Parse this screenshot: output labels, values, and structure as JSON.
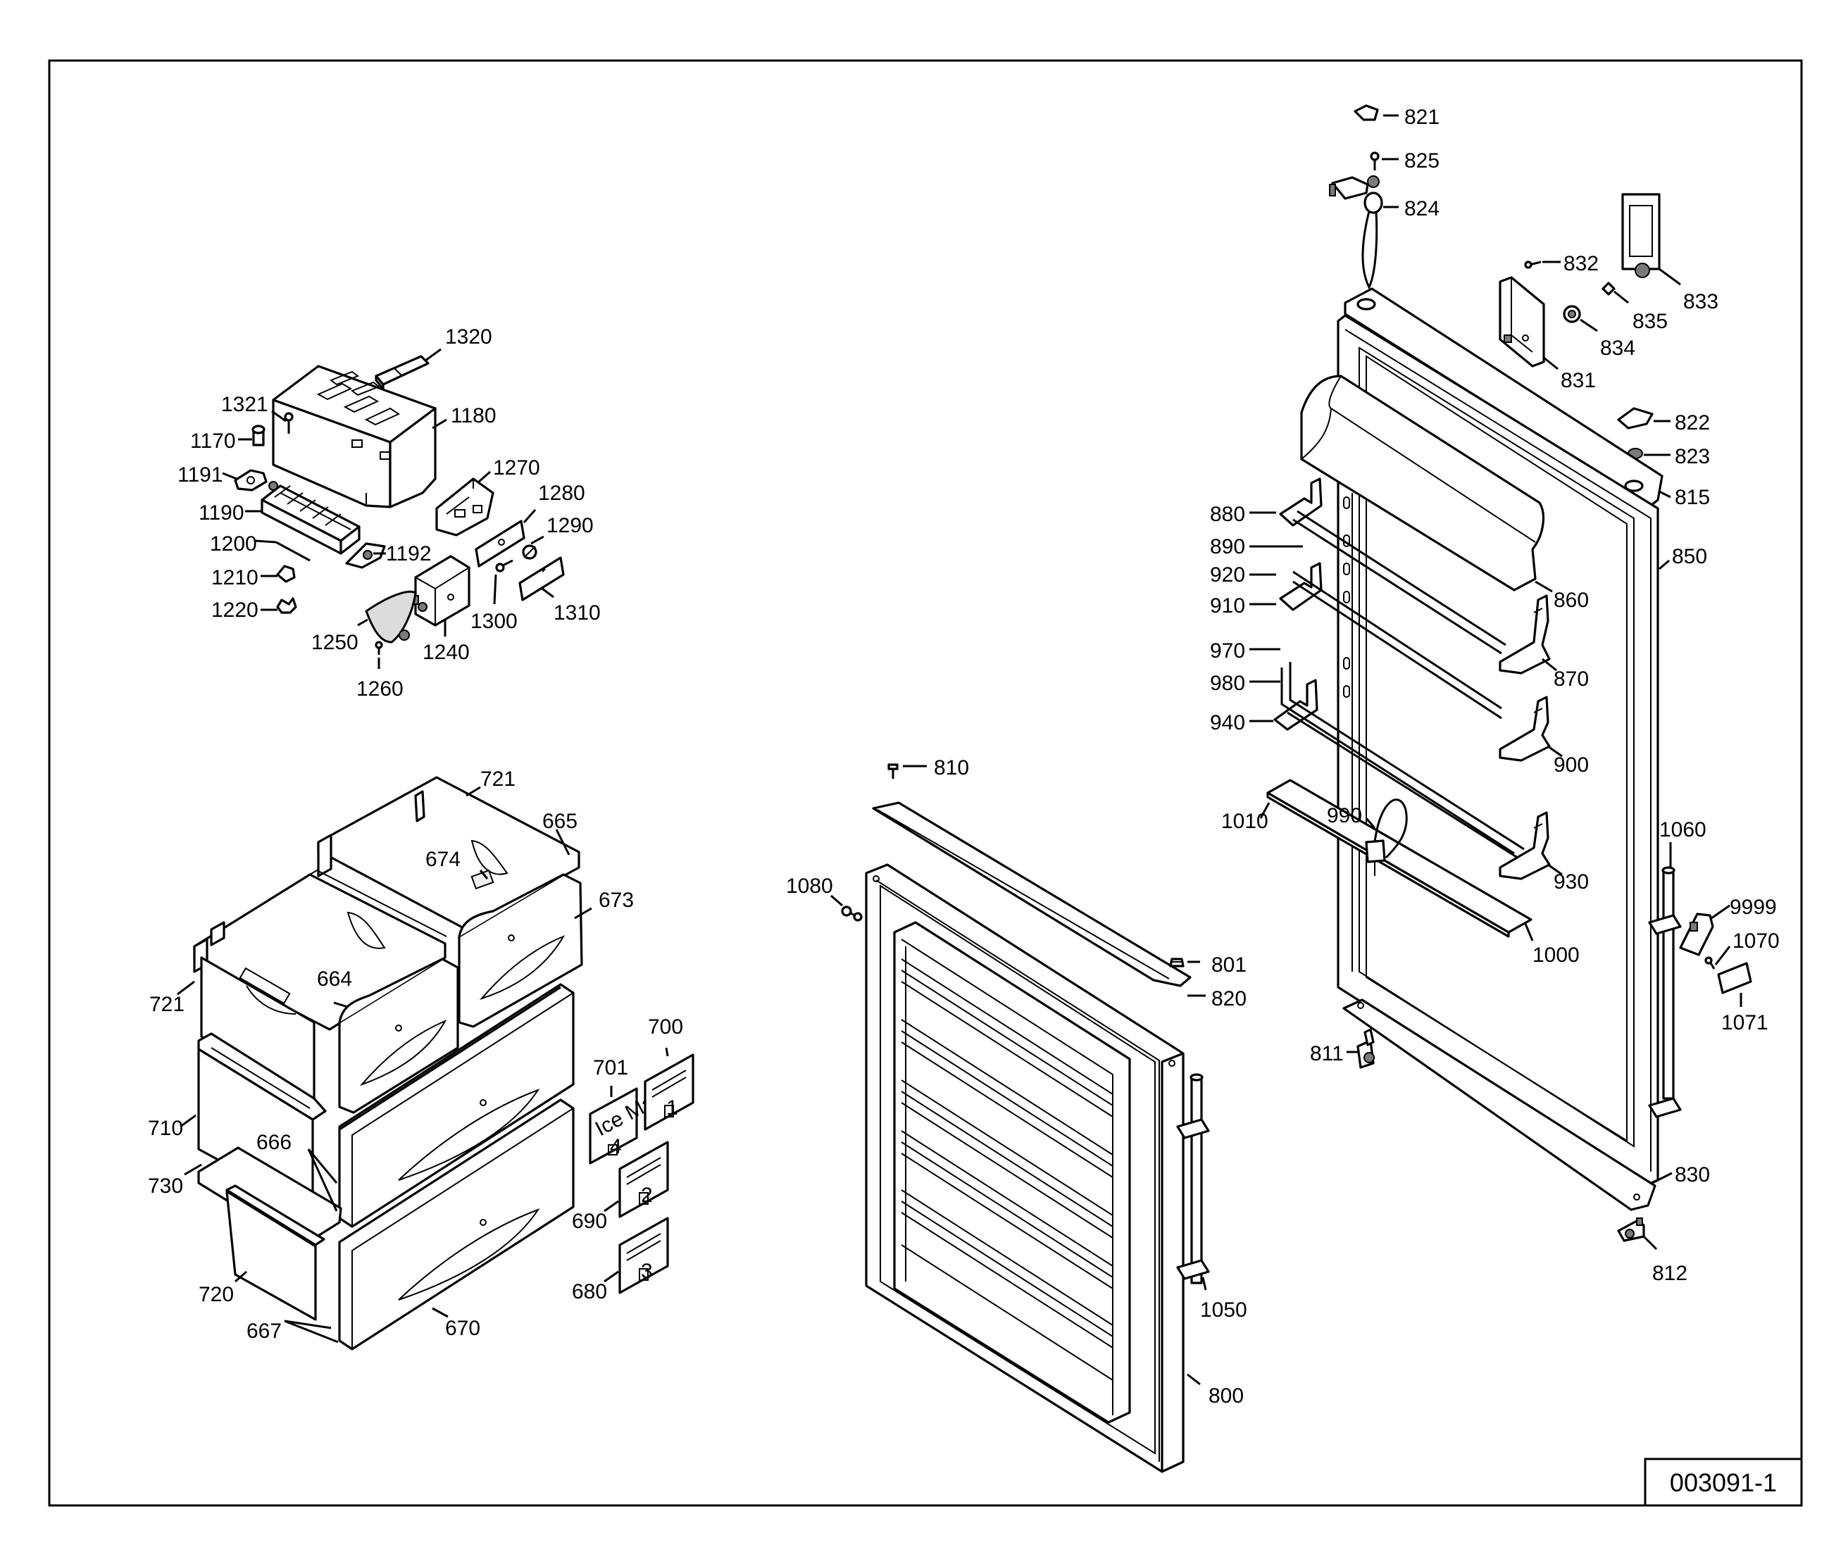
{
  "drawing": {
    "reference_number": "003091-1"
  },
  "sticker_texts": {
    "ice_maker": "Ice Maker",
    "num_1": "1",
    "num_2": "2",
    "num_3": "3",
    "num_4": "4"
  },
  "labels": {
    "l821": "821",
    "l825": "825",
    "l824": "824",
    "l832": "832",
    "l833": "833",
    "l835": "835",
    "l834": "834",
    "l831": "831",
    "l822": "822",
    "l823": "823",
    "l815": "815",
    "l850": "850",
    "l880": "880",
    "l890": "890",
    "l920": "920",
    "l910": "910",
    "l860": "860",
    "l870": "870",
    "l970": "970",
    "l980": "980",
    "l940": "940",
    "l900": "900",
    "l1010": "1010",
    "l990": "990",
    "l930": "930",
    "l1060": "1060",
    "l9999": "9999",
    "l1070": "1070",
    "l1000": "1000",
    "l1071": "1071",
    "l811": "811",
    "l830": "830",
    "l812": "812",
    "l1320": "1320",
    "l1321": "1321",
    "l1180": "1180",
    "l1170": "1170",
    "l1191": "1191",
    "l1190": "1190",
    "l1270": "1270",
    "l1280": "1280",
    "l1290": "1290",
    "l1200": "1200",
    "l1192": "1192",
    "l1210": "1210",
    "l1220": "1220",
    "l1300": "1300",
    "l1310": "1310",
    "l1250": "1250",
    "l1240": "1240",
    "l1260": "1260",
    "l721a": "721",
    "l665": "665",
    "l674": "674",
    "l673": "673",
    "l664": "664",
    "l721b": "721",
    "l700": "700",
    "l701": "701",
    "l710": "710",
    "l666": "666",
    "l730": "730",
    "l690": "690",
    "l680": "680",
    "l720": "720",
    "l667": "667",
    "l670": "670",
    "l810": "810",
    "l1080": "1080",
    "l801": "801",
    "l820": "820",
    "l1050": "1050",
    "l800": "800"
  }
}
